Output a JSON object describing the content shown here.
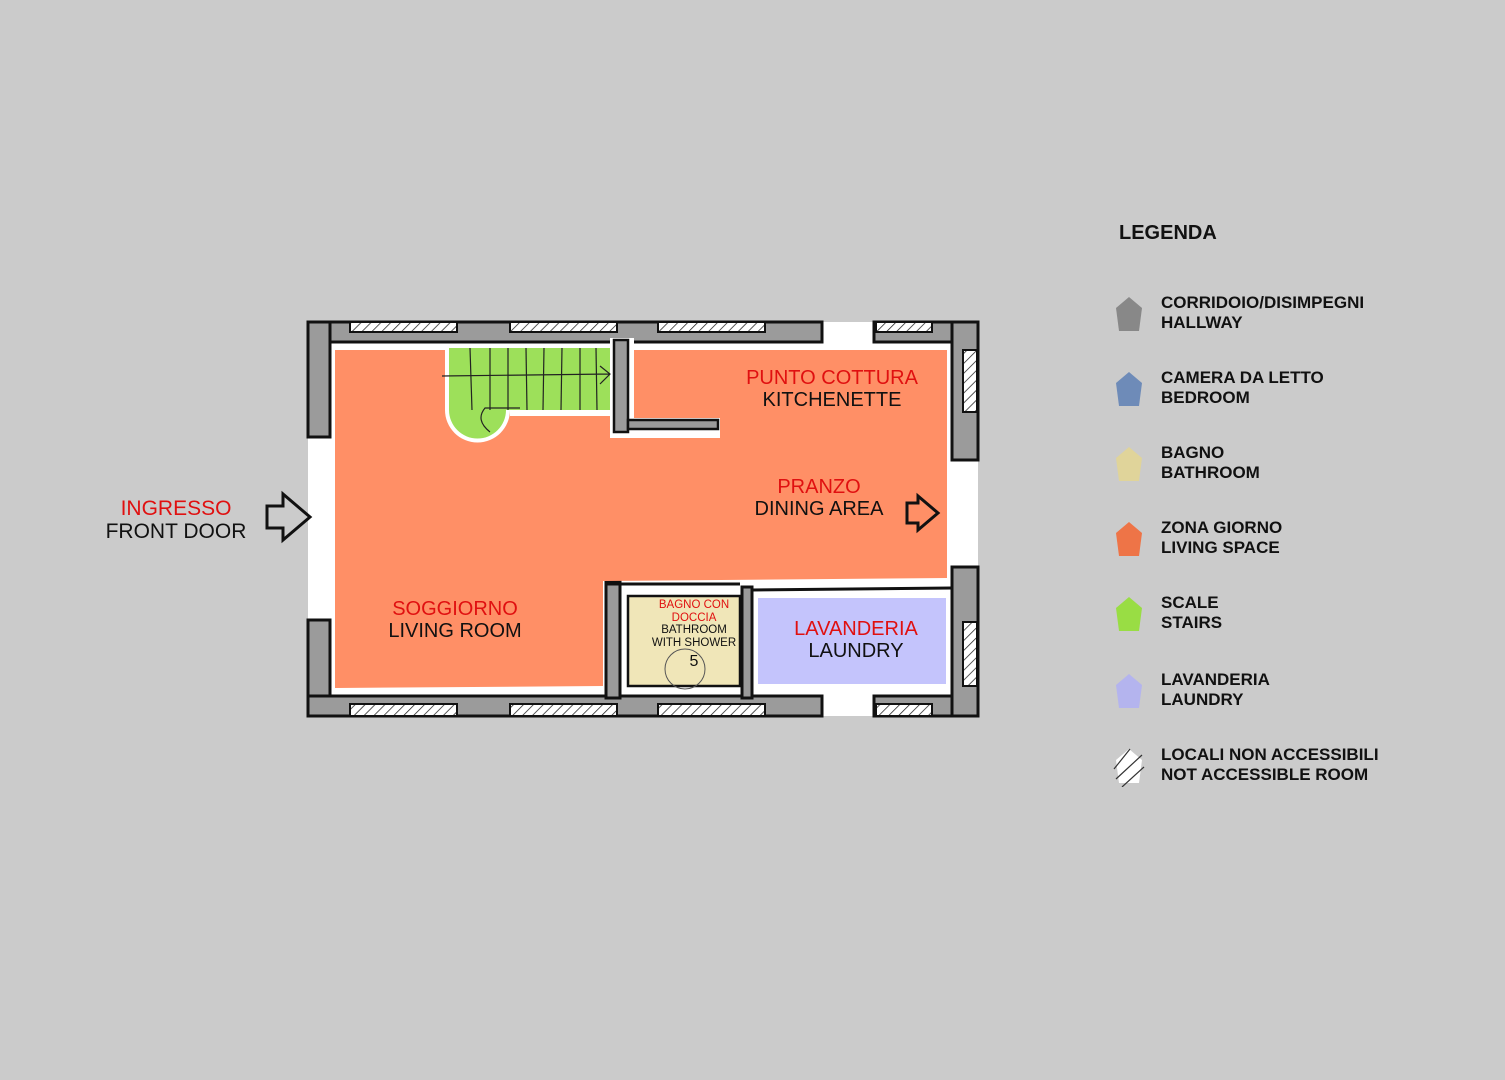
{
  "plan": {
    "rooms": {
      "kitchen": {
        "it": "PUNTO COTTURA",
        "en": "KITCHENETTE"
      },
      "dining": {
        "it": "PRANZO",
        "en": "DINING AREA"
      },
      "living": {
        "it": "SOGGIORNO",
        "en": "LIVING ROOM"
      },
      "bathroom": {
        "it_1": "BAGNO CON",
        "it_2": "DOCCIA",
        "en_1": "BATHROOM",
        "en_2": "WITH SHOWER",
        "number": "5"
      },
      "laundry": {
        "it": "LAVANDERIA",
        "en": "LAUNDRY"
      }
    },
    "entrance": {
      "it": "INGRESSO",
      "en": "FRONT DOOR"
    }
  },
  "legend": {
    "title": "LEGENDA",
    "items": [
      {
        "it": "CORRIDOIO/DISIMPEGNI",
        "en": "HALLWAY",
        "color": "#888888"
      },
      {
        "it": "CAMERA DA LETTO",
        "en": "BEDROOM",
        "color": "#6e8bb8"
      },
      {
        "it": "BAGNO",
        "en": "BATHROOM",
        "color": "#e0d49a"
      },
      {
        "it": "ZONA GIORNO",
        "en": "LIVING SPACE",
        "color": "#ee7447"
      },
      {
        "it": "SCALE",
        "en": "STAIRS",
        "color": "#99dd44"
      },
      {
        "it": "LAVANDERIA",
        "en": "LAUNDRY",
        "color": "#b4b4ee"
      },
      {
        "it": "LOCALI NON ACCESSIBILI",
        "en": "NOT ACCESSIBLE ROOM",
        "color": "#ffffff"
      }
    ]
  },
  "colors": {
    "background": "#cbcbcb",
    "wall": "#9b9b9b",
    "living": "#ff8f66",
    "stairs": "#9de05a",
    "bathroom": "#f0e6b8",
    "laundry": "#c4c4fc",
    "label_red": "#e01010"
  }
}
